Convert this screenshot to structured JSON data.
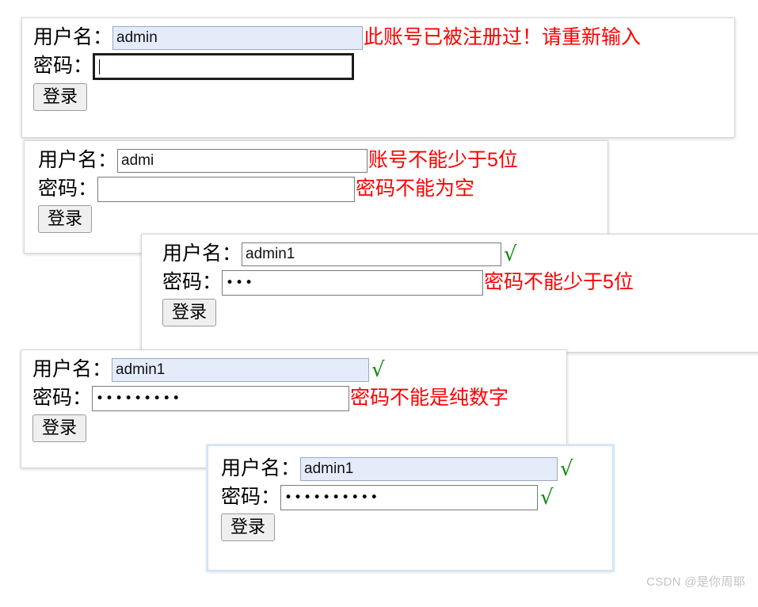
{
  "watermark": "CSDN @是你周耶",
  "labels": {
    "username": "用户名：",
    "password": "密码：",
    "login_button": "登录",
    "valid_mark": "√"
  },
  "messages": {
    "account_taken": "此账号已被注册过！请重新输入",
    "account_too_short": "账号不能少于5位",
    "password_empty": "密码不能为空",
    "password_too_short": "密码不能少于5位",
    "password_all_digits": "密码不能是纯数字"
  },
  "colors": {
    "error_red": "#ff0000",
    "valid_green": "#0a8a0a",
    "input_autofill_bg": "#e4ecfa",
    "panel_border": "#d6d6d6",
    "panel_border_blue": "#cfe0f5",
    "button_bg": "#efefef",
    "watermark_gray": "#c3c3c3"
  },
  "forms": [
    {
      "id": "form-1",
      "username_value": "admin",
      "username_state": "autofill",
      "username_message": "此账号已被注册过！请重新输入",
      "username_message_type": "error",
      "password_value": "",
      "password_state": "focused",
      "password_message": "",
      "password_message_type": "none",
      "login_button": "登录"
    },
    {
      "id": "form-2",
      "username_value": "admi",
      "username_state": "normal",
      "username_message": "账号不能少于5位",
      "username_message_type": "error",
      "password_value": "",
      "password_state": "normal",
      "password_message": "密码不能为空",
      "password_message_type": "error",
      "login_button": "登录"
    },
    {
      "id": "form-3",
      "username_value": "admin1",
      "username_state": "normal",
      "username_message": "√",
      "username_message_type": "valid",
      "password_value": "•••",
      "password_state": "normal",
      "password_message": "密码不能少于5位",
      "password_message_type": "error",
      "login_button": "登录"
    },
    {
      "id": "form-4",
      "username_value": "admin1",
      "username_state": "autofill",
      "username_message": "√",
      "username_message_type": "valid",
      "password_value": "•••••••••",
      "password_state": "normal",
      "password_message": "密码不能是纯数字",
      "password_message_type": "error",
      "login_button": "登录"
    },
    {
      "id": "form-5",
      "username_value": "admin1",
      "username_state": "autofill",
      "username_message": "√",
      "username_message_type": "valid",
      "password_value": "••••••••••",
      "password_state": "normal",
      "password_message": "√",
      "password_message_type": "valid",
      "login_button": "登录"
    }
  ]
}
